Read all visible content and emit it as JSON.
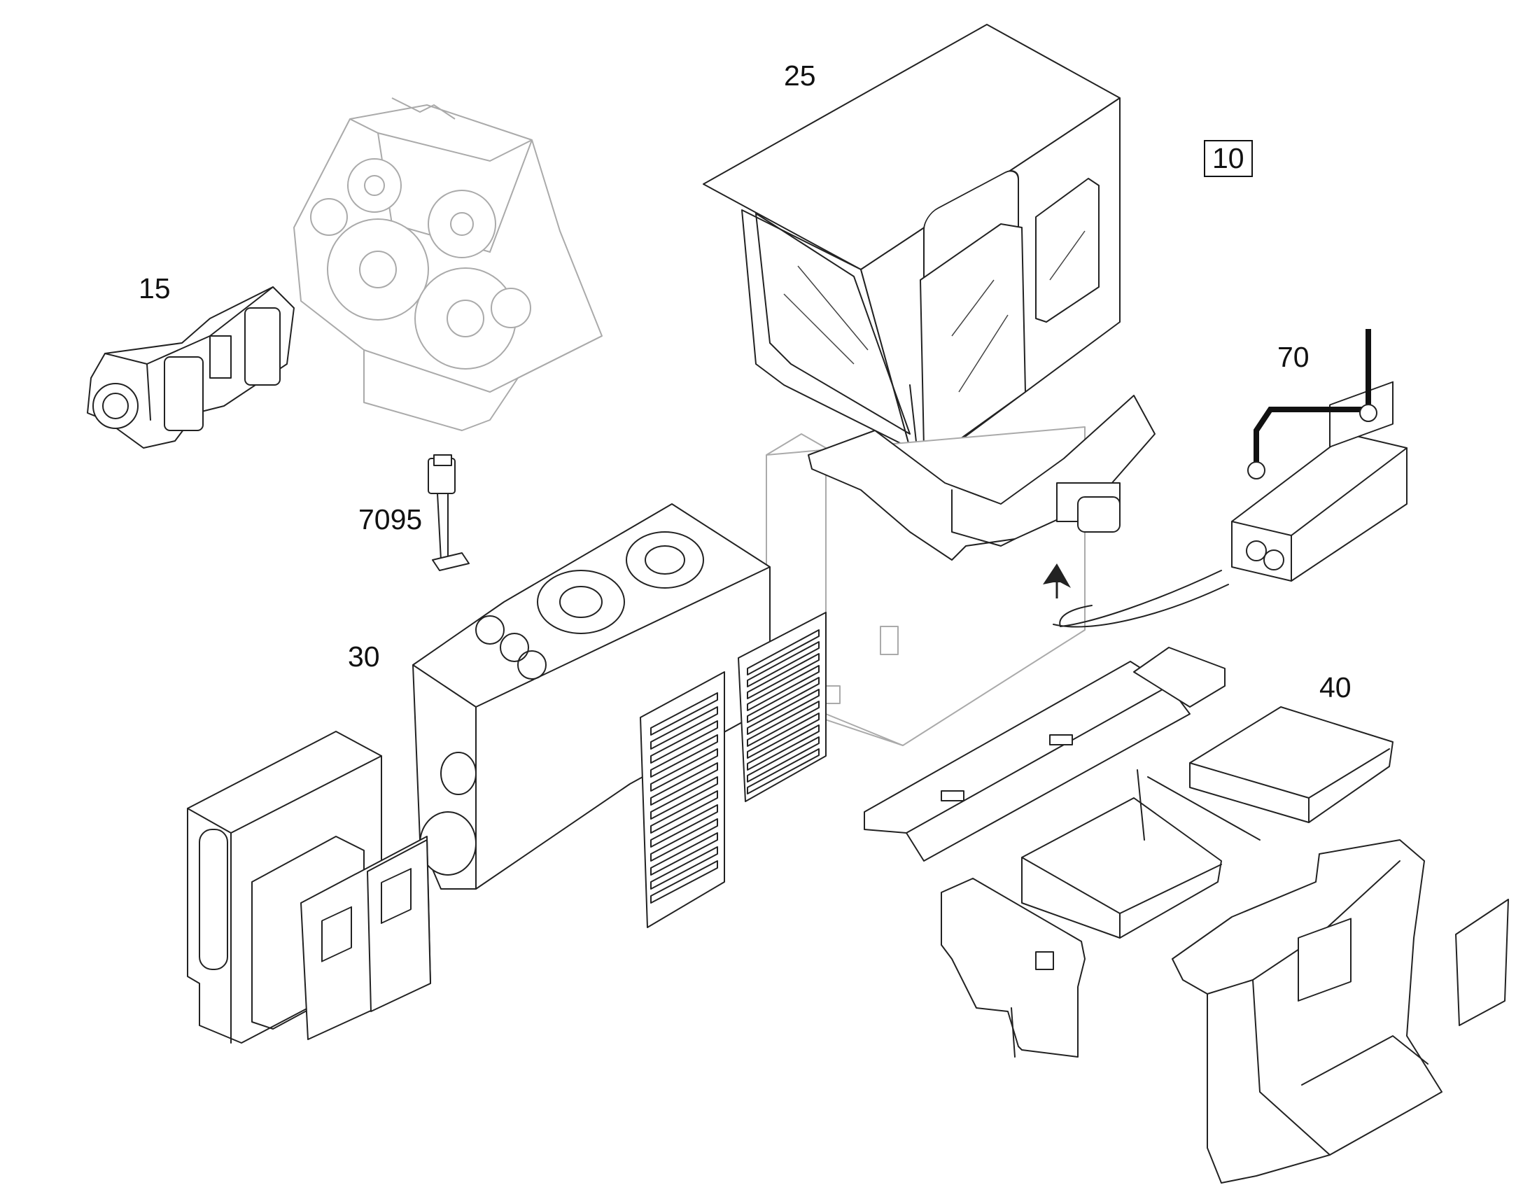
{
  "callouts": {
    "c25": "25",
    "c10": "10",
    "c15": "15",
    "c70": "70",
    "c7095": "7095",
    "c30": "30",
    "c40": "40"
  }
}
